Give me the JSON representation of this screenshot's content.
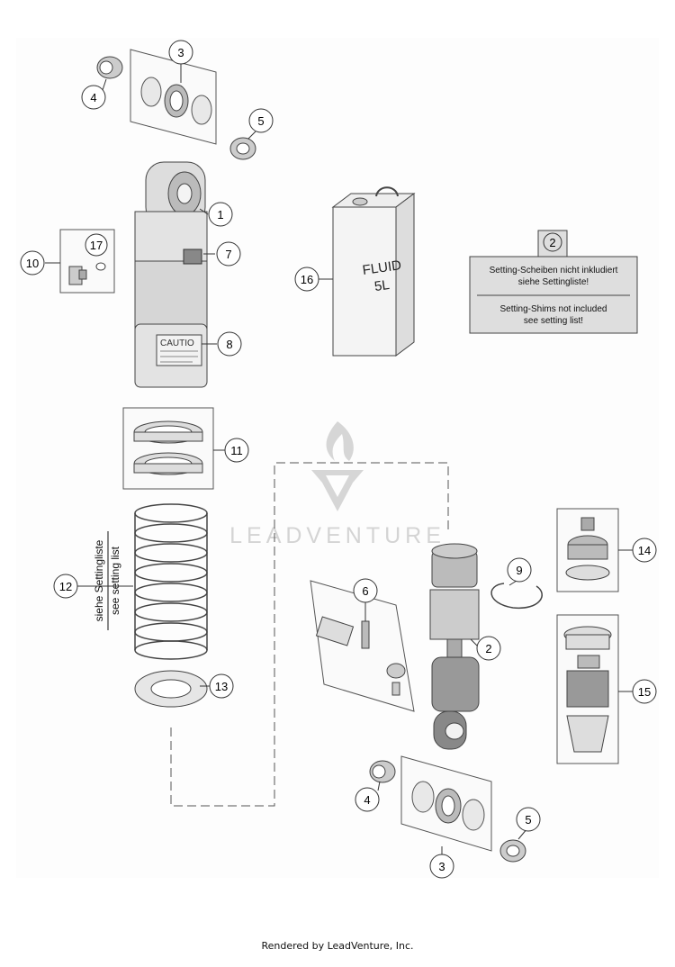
{
  "callouts": {
    "c1": "1",
    "c2a": "2",
    "c2b": "2",
    "c3a": "3",
    "c3b": "3",
    "c4a": "4",
    "c4b": "4",
    "c5a": "5",
    "c5b": "5",
    "c6": "6",
    "c7": "7",
    "c8": "8",
    "c9": "9",
    "c10": "10",
    "c11": "11",
    "c12": "12",
    "c13": "13",
    "c14": "14",
    "c15": "15",
    "c16": "16",
    "c17": "17"
  },
  "note_box": {
    "de_line1": "Setting-Scheiben nicht inkludiert",
    "de_line2": "siehe Settingliste!",
    "en_line1": "Setting-Shims not included",
    "en_line2": "see setting list!"
  },
  "spring_label": {
    "de": "siehe Settingliste",
    "en": "see setting list"
  },
  "can_label": {
    "line1": "FLUID",
    "line2": "5L"
  },
  "caution_label": "CAUTIO",
  "watermark": "LEADVENTURE",
  "footer": "Rendered by LeadVenture, Inc.",
  "colors": {
    "diagram_bg": "#fdfdfd",
    "part_fill": "#e3e3e3",
    "part_dark": "#8a8a8a",
    "note_fill": "#dedede",
    "watermark": "#d4d4d4"
  }
}
